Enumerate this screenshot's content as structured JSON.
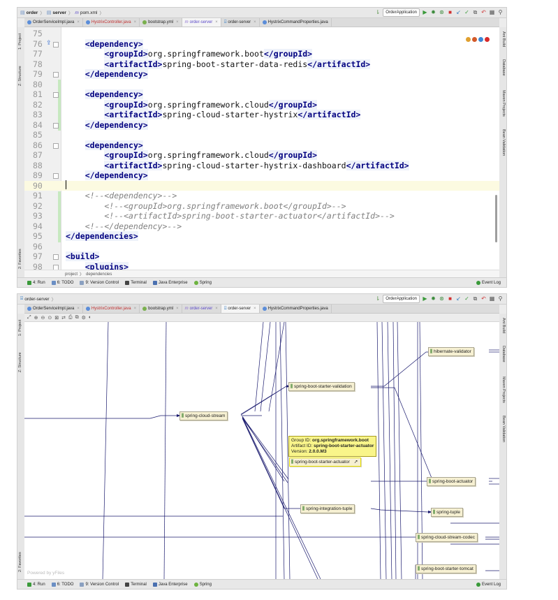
{
  "top": {
    "breadcrumb": [
      "order",
      "server",
      "pom.xml"
    ],
    "run_config": "OrderApplication",
    "tabs": [
      {
        "label": "OrderServiceImpl.java",
        "color": "#5b8dd9"
      },
      {
        "label": "HystrixController.java",
        "color": "#5b8dd9",
        "red": true
      },
      {
        "label": "bootstrap.yml",
        "color": "#7ab04e"
      },
      {
        "label": "order-server",
        "color": "#8a6fd1",
        "italic": true,
        "active": true
      },
      {
        "label": "order-server",
        "color": "#4a88c7"
      },
      {
        "label": "HystrixCommandProperties.java",
        "color": "#5b8dd9"
      }
    ],
    "left_tools": [
      "1: Project",
      "Z: Structure",
      "2: Favorites"
    ],
    "right_tools": [
      "Ant Build",
      "Database",
      "Maven Projects",
      "Bean Validation"
    ],
    "editor_lines": [
      {
        "n": "75",
        "parts": []
      },
      {
        "n": "76",
        "parts": [
          [
            "t",
            "    <dependency>"
          ]
        ]
      },
      {
        "n": "77",
        "parts": [
          [
            "t",
            "        <groupId>"
          ],
          [
            "x",
            "org.springframework.boot"
          ],
          [
            "t",
            "</groupId>"
          ]
        ]
      },
      {
        "n": "78",
        "parts": [
          [
            "t",
            "        <artifactId>"
          ],
          [
            "x",
            "spring-boot-starter-data-redis"
          ],
          [
            "t",
            "</artifactId>"
          ]
        ]
      },
      {
        "n": "79",
        "parts": [
          [
            "t",
            "    </dependency>"
          ]
        ]
      },
      {
        "n": "80",
        "parts": []
      },
      {
        "n": "81",
        "parts": [
          [
            "t",
            "    <dependency>"
          ]
        ]
      },
      {
        "n": "82",
        "parts": [
          [
            "t",
            "        <groupId>"
          ],
          [
            "x",
            "org.springframework.cloud"
          ],
          [
            "t",
            "</groupId>"
          ]
        ]
      },
      {
        "n": "83",
        "parts": [
          [
            "t",
            "        <artifactId>"
          ],
          [
            "x",
            "spring-cloud-starter-hystrix"
          ],
          [
            "t",
            "</artifactId>"
          ]
        ]
      },
      {
        "n": "84",
        "parts": [
          [
            "t",
            "    </dependency>"
          ]
        ]
      },
      {
        "n": "85",
        "parts": []
      },
      {
        "n": "86",
        "parts": [
          [
            "t",
            "    <dependency>"
          ]
        ]
      },
      {
        "n": "87",
        "parts": [
          [
            "t",
            "        <groupId>"
          ],
          [
            "x",
            "org.springframework.cloud"
          ],
          [
            "t",
            "</groupId>"
          ]
        ]
      },
      {
        "n": "88",
        "parts": [
          [
            "t",
            "        <artifactId>"
          ],
          [
            "x",
            "spring-cloud-starter-hystrix-dashboard"
          ],
          [
            "t",
            "</artifactId>"
          ]
        ]
      },
      {
        "n": "89",
        "parts": [
          [
            "t",
            "    </dependency>"
          ]
        ]
      },
      {
        "n": "90",
        "parts": [],
        "current": true
      },
      {
        "n": "91",
        "parts": [
          [
            "c",
            "    <!--<dependency>-->"
          ]
        ]
      },
      {
        "n": "92",
        "parts": [
          [
            "c",
            "        <!--<groupId>org.springframework.boot</groupId>-->"
          ]
        ]
      },
      {
        "n": "93",
        "parts": [
          [
            "c",
            "        <!--<artifactId>spring-boot-starter-actuator</artifactId>-->"
          ]
        ]
      },
      {
        "n": "94",
        "parts": [
          [
            "c",
            "    <!--</dependency>-->"
          ]
        ]
      },
      {
        "n": "95",
        "parts": [
          [
            "t",
            "</dependencies>"
          ]
        ]
      },
      {
        "n": "96",
        "parts": []
      },
      {
        "n": "97",
        "parts": [
          [
            "t",
            "<build>"
          ]
        ]
      },
      {
        "n": "98",
        "parts": [
          [
            "t",
            "    <plugins>"
          ]
        ]
      }
    ],
    "code_breadcrumb": [
      "project",
      "dependencies"
    ]
  },
  "bottom": {
    "breadcrumb": [
      "order-server"
    ],
    "run_config": "OrderApplication",
    "tabs": [
      {
        "label": "OrderServiceImpl.java",
        "color": "#5b8dd9"
      },
      {
        "label": "HystrixController.java",
        "color": "#5b8dd9",
        "red": true
      },
      {
        "label": "bootstrap.yml",
        "color": "#7ab04e"
      },
      {
        "label": "order-server",
        "color": "#8a6fd1",
        "italic": true
      },
      {
        "label": "order-server",
        "color": "#4a88c7",
        "active": true
      },
      {
        "label": "HystrixCommandProperties.java",
        "color": "#5b8dd9"
      }
    ],
    "left_tools": [
      "1: Project",
      "Z: Structure",
      "2: Favorites"
    ],
    "right_tools": [
      "Ant Build",
      "Database",
      "Maven Projects",
      "Bean Validation"
    ],
    "nodes": {
      "hibernate_validator": "hibernate-validator",
      "starter_validation": "spring-boot-starter-validation",
      "cloud_stream": "spring-cloud-stream",
      "starter_actuator": "spring-boot-starter-actuator",
      "boot_actuator": "spring-boot-actuator",
      "integration_tuple": "spring-integration-tuple",
      "spring_tuple": "spring-tuple",
      "stream_codec": "spring-cloud-stream-codec",
      "starter_tomcat": "spring-boot-starter-tomcat"
    },
    "tooltip": {
      "group_label": "Group ID: ",
      "group_value": "org.springframework.boot",
      "artifact_label": "Artifact ID: ",
      "artifact_value": "spring-boot-starter-actuator",
      "version_label": "Version: ",
      "version_value": "2.0.0.M3"
    },
    "powered_by": "Powered by yFiles"
  },
  "status": {
    "run": "4: Run",
    "todo": "6: TODO",
    "vcs": "9: Version Control",
    "terminal": "Terminal",
    "java_ee": "Java Enterprise",
    "spring": "Spring",
    "event_log": "Event Log"
  },
  "colors": {
    "tag": "#000080",
    "comment": "#808080",
    "node_fill": "#f6f0d2",
    "tooltip": "#f9f58a",
    "edge": "#1a1a6e"
  }
}
